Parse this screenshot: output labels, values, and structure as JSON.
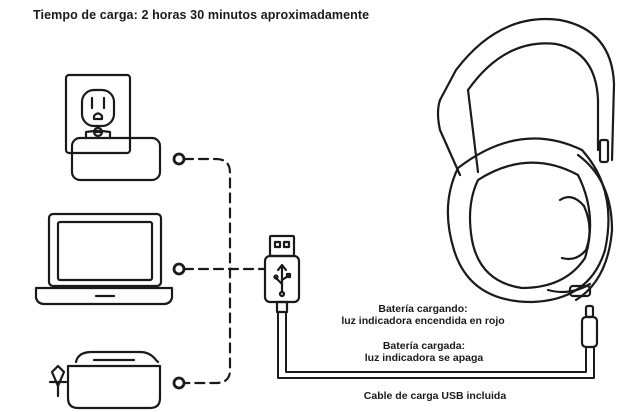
{
  "title": "Tiempo de carga: 2 horas 30 minutos aproximadamente",
  "notes": {
    "charging_line1": "Batería cargando:",
    "charging_line2": "luz indicadora encendida en rojo",
    "charged_line1": "Batería cargada:",
    "charged_line2": "luz indicadora se apaga",
    "cable": "Cable de carga USB incluida"
  },
  "icons": {
    "sources": [
      "wall-outlet-charger-icon",
      "laptop-icon",
      "car-charger-icon"
    ],
    "usb": "usb-a-plug-icon",
    "usb_c": "usb-c-plug-icon",
    "headphones": "headphones-icon"
  },
  "colors": {
    "line": "#1a1a1a",
    "background": "#ffffff"
  }
}
